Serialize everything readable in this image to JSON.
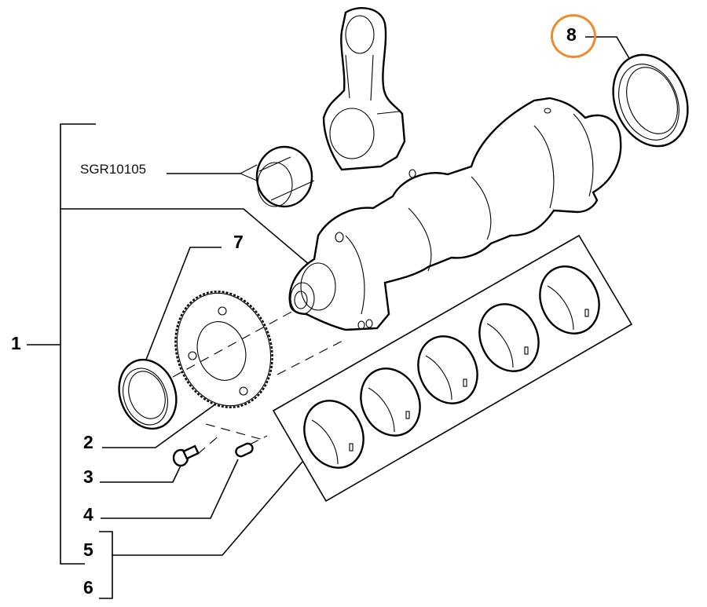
{
  "diagram": {
    "title": "Crankshaft assembly exploded parts view",
    "highlight_color": "#f08a2c",
    "callouts": [
      {
        "id": "1",
        "label": "1",
        "part": "crankshaft-assembly-group"
      },
      {
        "id": "2",
        "label": "2",
        "part": "tone-wheel"
      },
      {
        "id": "3",
        "label": "3",
        "part": "screw"
      },
      {
        "id": "4",
        "label": "4",
        "part": "dowel-pin"
      },
      {
        "id": "5",
        "label": "5",
        "part": "main-bearing-shells"
      },
      {
        "id": "6",
        "label": "6",
        "part": "main-bearing-shells"
      },
      {
        "id": "7",
        "label": "7",
        "part": "front-oil-seal"
      },
      {
        "id": "8",
        "label": "8",
        "part": "rear-oil-seal",
        "highlighted": true
      }
    ],
    "part_number_label": "SGR10105"
  }
}
